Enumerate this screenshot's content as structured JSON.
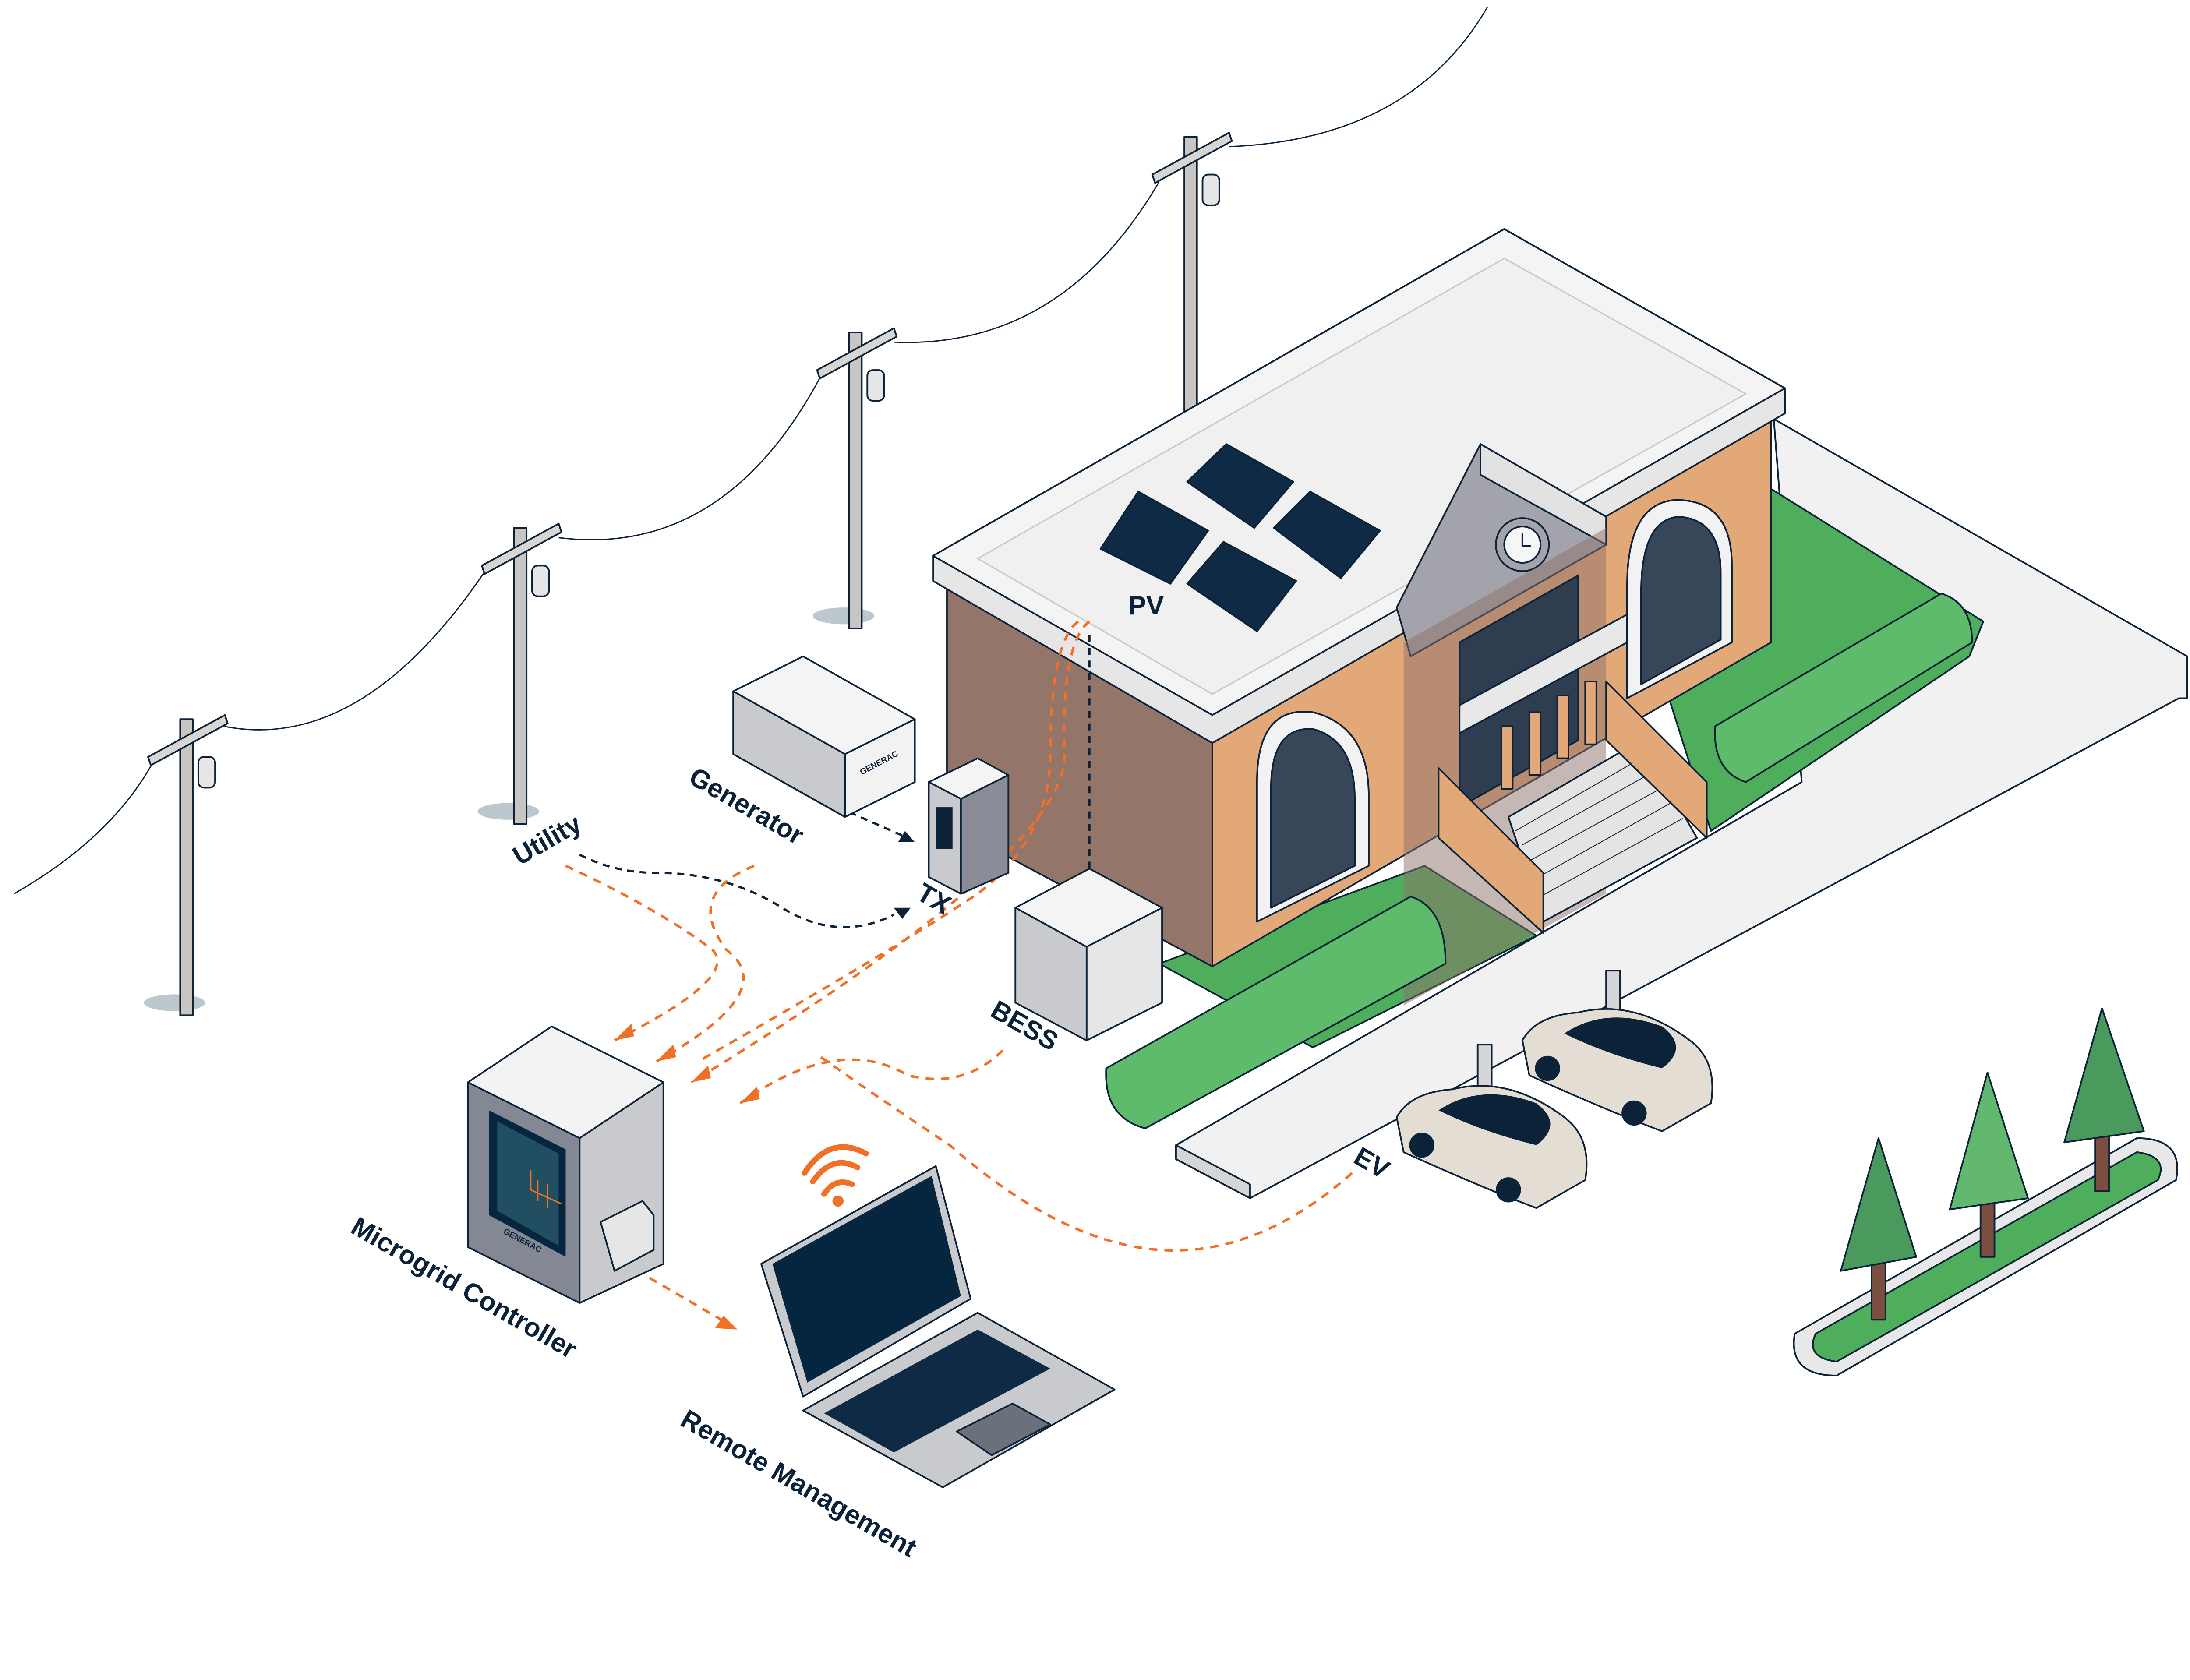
{
  "labels": {
    "utility": "Utility",
    "generator": "Generator",
    "tx": "TX",
    "pv": "PV",
    "bess": "BESS",
    "ev": "EV",
    "microgrid_controller": "Microgrid Controller",
    "remote_management": "Remote Management"
  },
  "brand": {
    "logo_text": "GENERAC"
  },
  "colors": {
    "flow_orange": "#f07026",
    "utility_line": "#0c2238",
    "outline": "#0c2238",
    "brick_front": "#e3a878",
    "brick_side": "#93756a",
    "lawn": "#4fae5c",
    "hedge": "#5dbb6b",
    "screen": "#214e60",
    "laptop_screen": "#06263f"
  },
  "icons": [
    "utility-pole-icon",
    "solar-panel-icon",
    "generator-icon",
    "transformer-icon",
    "battery-storage-icon",
    "ev-car-icon",
    "ev-charger-icon",
    "microgrid-controller-icon",
    "laptop-icon",
    "wifi-icon",
    "clock-icon",
    "tree-icon"
  ]
}
